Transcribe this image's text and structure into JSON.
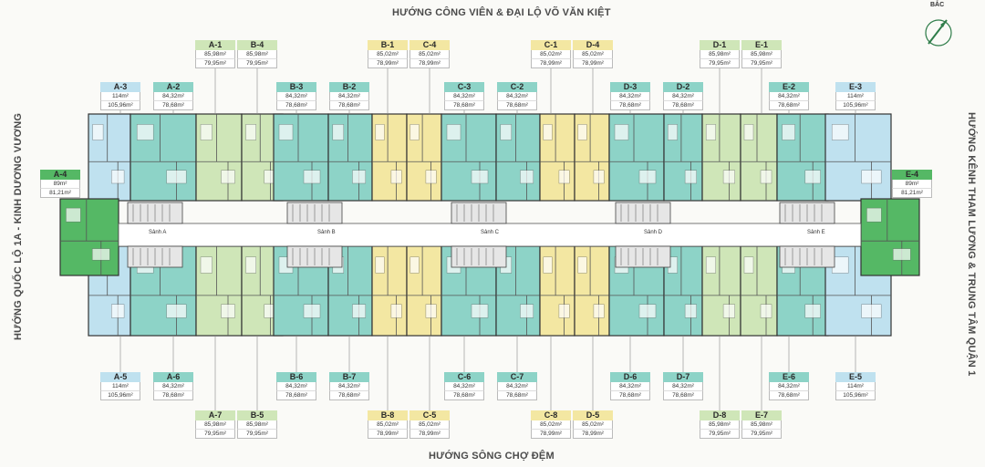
{
  "directions": {
    "north": "HƯỚNG CÔNG VIÊN & ĐẠI LỘ VÕ VĂN KIỆT",
    "south": "HƯỚNG SÔNG CHỢ ĐỆM",
    "west": "HƯỚNG QUỐC LỘ 1A - KINH DƯƠNG VƯƠNG",
    "east": "HƯỚNG KÊNH THAM LƯƠNG & TRUNG TÂM QUẬN 1"
  },
  "compass": {
    "label": "BẮC"
  },
  "lobbies": [
    "Sảnh A",
    "Sảnh B",
    "Sảnh C",
    "Sảnh D",
    "Sảnh E"
  ],
  "colors": {
    "teal": "#8dd3c7",
    "lightgreen": "#cfe6b8",
    "yellow": "#f3e7a2",
    "lightblue": "#bfe1ef",
    "green": "#55b865",
    "lobby": "#e6e6e6",
    "stair": "#9b9b9b"
  },
  "units": [
    {
      "code": "A-1",
      "area1": "85,98m²",
      "area2": "79,95m²",
      "color": "lightgreen"
    },
    {
      "code": "B-4",
      "area1": "85,98m²",
      "area2": "79,95m²",
      "color": "lightgreen"
    },
    {
      "code": "B-1",
      "area1": "85,02m²",
      "area2": "78,99m²",
      "color": "yellow"
    },
    {
      "code": "C-4",
      "area1": "85,02m²",
      "area2": "78,99m²",
      "color": "yellow"
    },
    {
      "code": "C-1",
      "area1": "85,02m²",
      "area2": "78,99m²",
      "color": "yellow"
    },
    {
      "code": "D-4",
      "area1": "85,02m²",
      "area2": "78,99m²",
      "color": "yellow"
    },
    {
      "code": "D-1",
      "area1": "85,98m²",
      "area2": "79,95m²",
      "color": "lightgreen"
    },
    {
      "code": "E-1",
      "area1": "85,98m²",
      "area2": "79,95m²",
      "color": "lightgreen"
    },
    {
      "code": "A-3",
      "area1": "114m²",
      "area2": "105,96m²",
      "color": "lightblue"
    },
    {
      "code": "A-2",
      "area1": "84,32m²",
      "area2": "78,68m²",
      "color": "teal"
    },
    {
      "code": "B-3",
      "area1": "84,32m²",
      "area2": "78,68m²",
      "color": "teal"
    },
    {
      "code": "B-2",
      "area1": "84,32m²",
      "area2": "78,68m²",
      "color": "teal"
    },
    {
      "code": "C-3",
      "area1": "84,32m²",
      "area2": "78,68m²",
      "color": "teal"
    },
    {
      "code": "C-2",
      "area1": "84,32m²",
      "area2": "78,68m²",
      "color": "teal"
    },
    {
      "code": "D-3",
      "area1": "84,32m²",
      "area2": "78,68m²",
      "color": "teal"
    },
    {
      "code": "D-2",
      "area1": "84,32m²",
      "area2": "78,68m²",
      "color": "teal"
    },
    {
      "code": "E-2",
      "area1": "84,32m²",
      "area2": "78,68m²",
      "color": "teal"
    },
    {
      "code": "E-3",
      "area1": "114m²",
      "area2": "105,96m²",
      "color": "lightblue"
    },
    {
      "code": "A-4",
      "area1": "89m²",
      "area2": "81,21m²",
      "color": "green"
    },
    {
      "code": "E-4",
      "area1": "89m²",
      "area2": "81,21m²",
      "color": "green"
    },
    {
      "code": "A-5",
      "area1": "114m²",
      "area2": "105,96m²",
      "color": "lightblue"
    },
    {
      "code": "A-6",
      "area1": "84,32m²",
      "area2": "78,68m²",
      "color": "teal"
    },
    {
      "code": "B-6",
      "area1": "84,32m²",
      "area2": "78,68m²",
      "color": "teal"
    },
    {
      "code": "B-7",
      "area1": "84,32m²",
      "area2": "78,68m²",
      "color": "teal"
    },
    {
      "code": "C-6",
      "area1": "84,32m²",
      "area2": "78,68m²",
      "color": "teal"
    },
    {
      "code": "C-7",
      "area1": "84,32m²",
      "area2": "78,68m²",
      "color": "teal"
    },
    {
      "code": "D-6",
      "area1": "84,32m²",
      "area2": "78,68m²",
      "color": "teal"
    },
    {
      "code": "D-7",
      "area1": "84,32m²",
      "area2": "78,68m²",
      "color": "teal"
    },
    {
      "code": "E-6",
      "area1": "84,32m²",
      "area2": "78,68m²",
      "color": "teal"
    },
    {
      "code": "E-5",
      "area1": "114m²",
      "area2": "105,96m²",
      "color": "lightblue"
    },
    {
      "code": "A-7",
      "area1": "85,98m²",
      "area2": "79,95m²",
      "color": "lightgreen"
    },
    {
      "code": "B-5",
      "area1": "85,98m²",
      "area2": "79,95m²",
      "color": "lightgreen"
    },
    {
      "code": "B-8",
      "area1": "85,02m²",
      "area2": "78,99m²",
      "color": "yellow"
    },
    {
      "code": "C-5",
      "area1": "85,02m²",
      "area2": "78,99m²",
      "color": "yellow"
    },
    {
      "code": "C-8",
      "area1": "85,02m²",
      "area2": "78,99m²",
      "color": "yellow"
    },
    {
      "code": "D-5",
      "area1": "85,02m²",
      "area2": "78,99m²",
      "color": "yellow"
    },
    {
      "code": "D-8",
      "area1": "85,98m²",
      "area2": "79,95m²",
      "color": "lightgreen"
    },
    {
      "code": "E-7",
      "area1": "85,98m²",
      "area2": "79,95m²",
      "color": "lightgreen"
    }
  ]
}
